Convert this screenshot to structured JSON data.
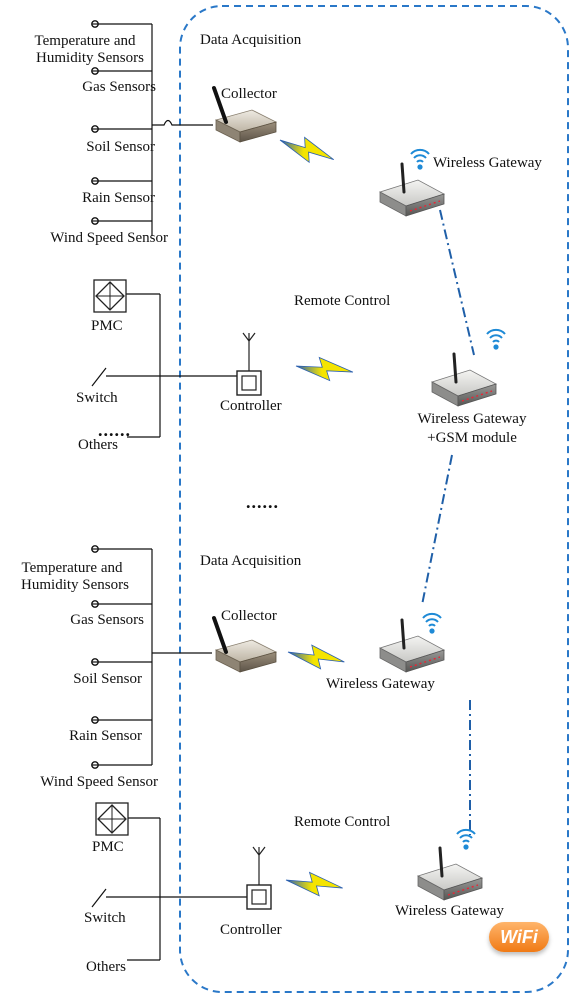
{
  "group1": {
    "title": "Data Acquisition",
    "sensors": {
      "temperature_line1": "Temperature and",
      "temperature_line2": "Humidity Sensors",
      "gas": "Gas Sensors",
      "soil": "Soil Sensor",
      "rain": "Rain Sensor",
      "wind": "Wind Speed Sensor"
    },
    "collector": "Collector",
    "gateway": "Wireless Gateway"
  },
  "control1": {
    "title": "Remote Control",
    "pmc": "PMC",
    "switch": "Switch",
    "others": "Others",
    "others_dots": "......",
    "controller": "Controller",
    "gateway_line1": "Wireless Gateway",
    "gateway_line2": "+GSM module"
  },
  "separator_dots": "......",
  "group2": {
    "title": "Data Acquisition",
    "sensors": {
      "temperature_line1": "Temperature and",
      "temperature_line2": "Humidity Sensors",
      "gas": "Gas Sensors",
      "soil": "Soil Sensor",
      "rain": "Rain Sensor",
      "wind": "Wind Speed Sensor"
    },
    "collector": "Collector",
    "gateway": "Wireless Gateway"
  },
  "control2": {
    "title": "Remote Control",
    "pmc": "PMC",
    "switch": "Switch",
    "others": "Others",
    "controller": "Controller",
    "gateway": "Wireless Gateway"
  },
  "logo": "WiFi",
  "colors": {
    "boundary": "#2a78c8",
    "link": "#1f5fa8",
    "wifi_signal": "#1e8ad6",
    "bolt_yellow": "#f4e400",
    "bolt_blue": "#2a5fb0",
    "logo_orange": "#f07a15"
  }
}
